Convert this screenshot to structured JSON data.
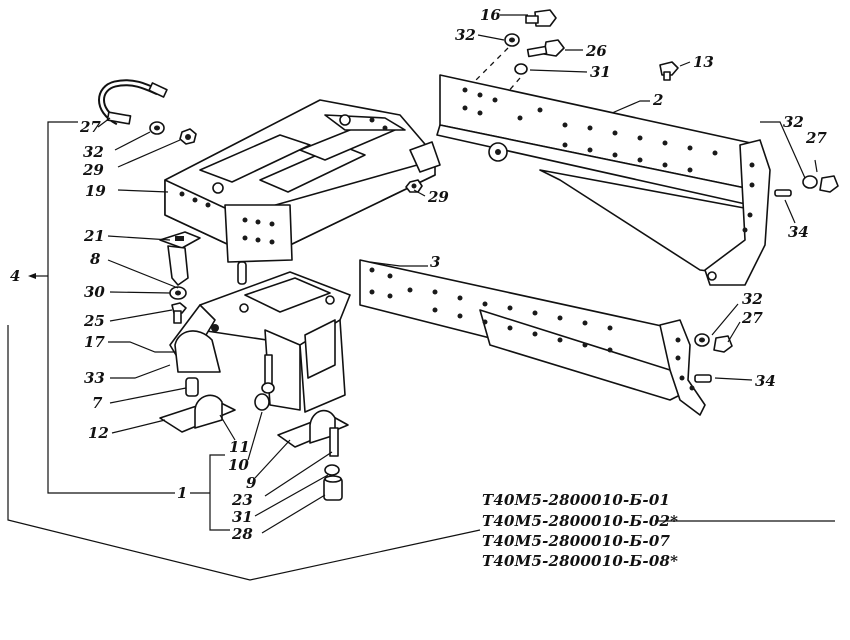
{
  "callouts": {
    "c1": "1",
    "c2": "2",
    "c3": "3",
    "c4": "4",
    "c7": "7",
    "c8": "8",
    "c9": "9",
    "c10": "10",
    "c11": "11",
    "c12": "12",
    "c13": "13",
    "c16": "16",
    "c17": "17",
    "c19": "19",
    "c21": "21",
    "c23": "23",
    "c25": "25",
    "c26": "26",
    "c27a": "27",
    "c27b": "27",
    "c27c": "27",
    "c28": "28",
    "c29a": "29",
    "c29b": "29",
    "c30": "30",
    "c31a": "31",
    "c31b": "31",
    "c32a": "32",
    "c32b": "32",
    "c32c": "32",
    "c32d": "32",
    "c33": "33",
    "c34a": "34",
    "c34b": "34"
  },
  "variants": [
    "Т40М5-2800010-Б-01",
    "Т40М5-2800010-Б-02*",
    "Т40М5-2800010-Б-07",
    "Т40М5-2800010-Б-08*"
  ]
}
